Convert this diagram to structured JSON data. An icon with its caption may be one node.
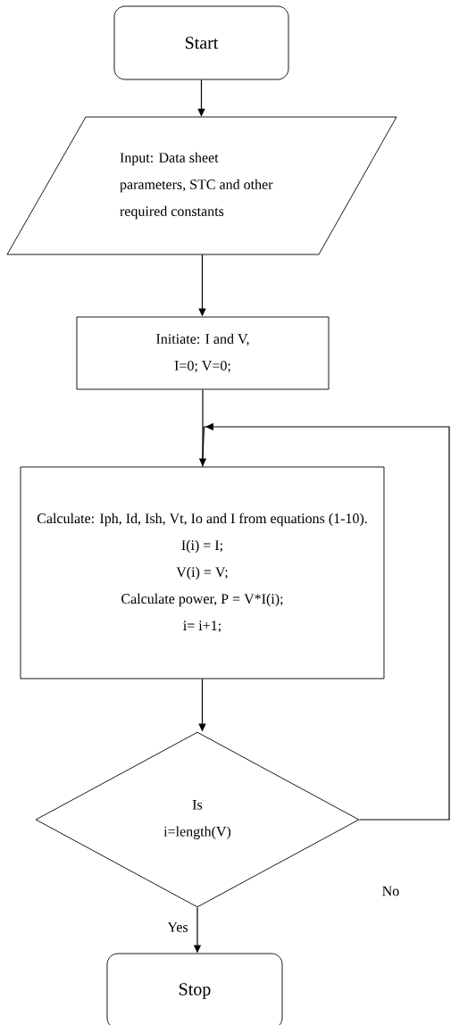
{
  "diagram": {
    "nodes": [
      {
        "text": [
          "Start"
        ]
      },
      {
        "text": [
          "Input: Data sheet parameters, STC and other required constants"
        ]
      },
      {
        "text": [
          "Initiate: I and V,",
          "I=0; V=0;"
        ]
      },
      {
        "text": [
          "Calculate: Iph, Id, Ish, Vt, Io and I from equations (1-10).",
          "I(i) = I;",
          "V(i) = V;",
          "Calculate power, P = V*I(i);",
          "i= i+1;"
        ]
      },
      {
        "text": [
          "Is i=length(V)"
        ]
      },
      {
        "text": [
          "Stop"
        ]
      }
    ],
    "edges": [
      {
        "from": 0,
        "to": 1,
        "arrow": "to"
      },
      {
        "from": 1,
        "to": 2,
        "arrow": "to"
      },
      {
        "from": 2,
        "to": 3,
        "arrow": "to"
      },
      {
        "from": 3,
        "to": 4,
        "arrow": "to"
      },
      {
        "from": 4,
        "to": 5,
        "arrow": "to",
        "label": "Yes"
      },
      {
        "from": 4,
        "to": 3,
        "arrow": "to",
        "label": "No"
      }
    ]
  }
}
